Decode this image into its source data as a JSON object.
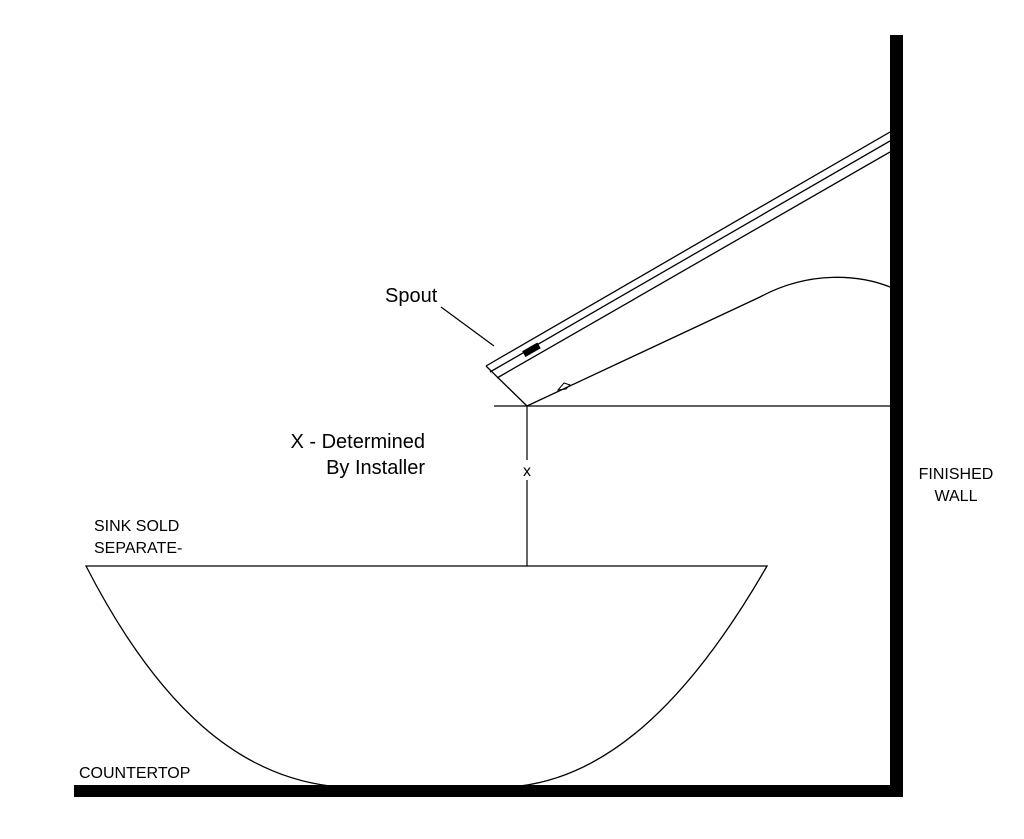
{
  "colors": {
    "ink": "#000000",
    "background": "#ffffff"
  },
  "labels": {
    "spout": "Spout",
    "dimension_note_line1": "X - Determined",
    "dimension_note_line2": "By Installer",
    "dimension_symbol": "x",
    "sink_note_line1": "SINK SOLD",
    "sink_note_line2": "SEPARATE-",
    "wall_line1": "FINISHED",
    "wall_line2": "WALL",
    "countertop": "COUNTERTOP"
  }
}
